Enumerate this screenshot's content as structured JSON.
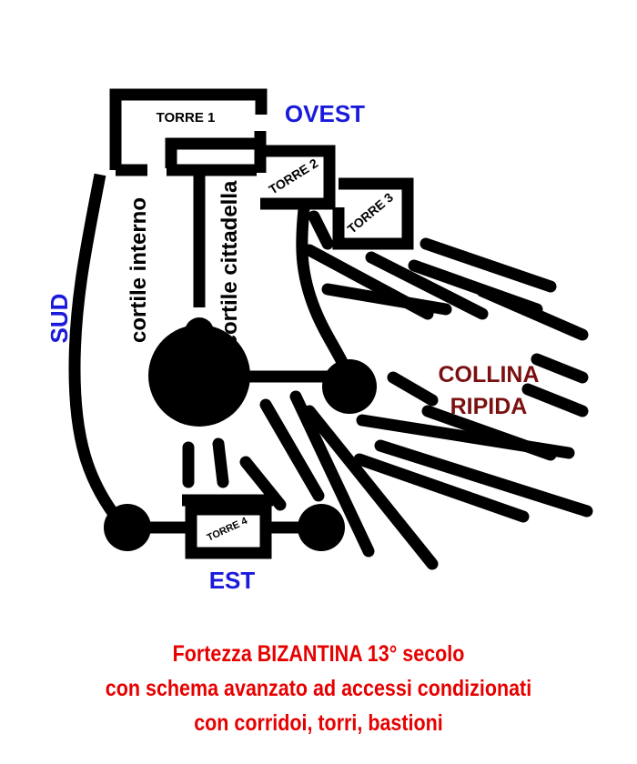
{
  "colors": {
    "wall": "#000000",
    "direction": "#1a1adb",
    "hill": "#7a1010",
    "caption": "#e60000",
    "background": "#ffffff"
  },
  "towers": {
    "t1": "TORRE 1",
    "t2": "TORRE 2",
    "t3": "TORRE 3",
    "t4": "TORRE 4"
  },
  "courtyards": {
    "inner": "cortile interno",
    "citadel": "cortile cittadella"
  },
  "directions": {
    "west": "OVEST",
    "south": "SUD",
    "east": "EST"
  },
  "hill": {
    "line1": "COLLINA",
    "line2": "RIPIDA"
  },
  "caption": {
    "line1": "Fortezza BIZANTINA 13° secolo",
    "line2": "con schema avanzato ad accessi condizionati",
    "line3": "con corridoi, torri, bastioni"
  }
}
